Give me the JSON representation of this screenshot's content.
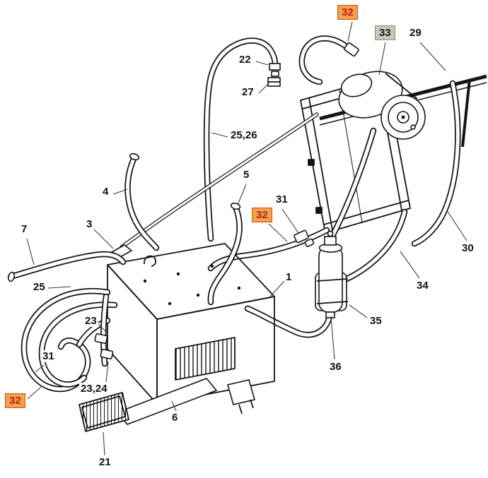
{
  "diagram": {
    "kind": "exploded-parts-diagram",
    "subject": "air-conditioning / heater system assembly with heater box, condenser, compressor, receiver-drier, hoses, ducts and grilles"
  },
  "palette": {
    "background": "#ffffff",
    "line": "#141414",
    "highlight_bg": "#f2a052",
    "highlight_text": "#b92300",
    "highlight_border": "#c85400",
    "muted_badge_bg": "#ccc6ba"
  },
  "labels": [
    {
      "id": "32-top",
      "text": "32",
      "highlighted": true
    },
    {
      "id": "33",
      "text": "33",
      "variant": "muted"
    },
    {
      "id": "29",
      "text": "29"
    },
    {
      "id": "22",
      "text": "22"
    },
    {
      "id": "27",
      "text": "27"
    },
    {
      "id": "25-26",
      "text": "25,26"
    },
    {
      "id": "4",
      "text": "4"
    },
    {
      "id": "5",
      "text": "5"
    },
    {
      "id": "3",
      "text": "3"
    },
    {
      "id": "31-upper",
      "text": "31"
    },
    {
      "id": "32-middle",
      "text": "32",
      "highlighted": true
    },
    {
      "id": "7",
      "text": "7"
    },
    {
      "id": "30",
      "text": "30"
    },
    {
      "id": "25",
      "text": "25"
    },
    {
      "id": "1",
      "text": "1"
    },
    {
      "id": "34",
      "text": "34"
    },
    {
      "id": "23",
      "text": "23"
    },
    {
      "id": "35",
      "text": "35"
    },
    {
      "id": "31-lower",
      "text": "31"
    },
    {
      "id": "36",
      "text": "36"
    },
    {
      "id": "32-lower",
      "text": "32",
      "highlighted": true
    },
    {
      "id": "23-24",
      "text": "23,24"
    },
    {
      "id": "6",
      "text": "6"
    },
    {
      "id": "21",
      "text": "21"
    }
  ]
}
